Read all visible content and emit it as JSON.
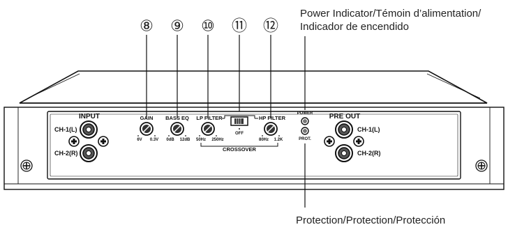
{
  "callouts": {
    "numbers": [
      "⑧",
      "⑨",
      "⑩",
      "⑪",
      "⑫"
    ],
    "power_indicator_line1": "Power Indicator/Témoin d’alimentation/",
    "power_indicator_line2": "Indicador de encendido",
    "protection": "Protection/Protection/Protección"
  },
  "panel": {
    "input": {
      "title": "INPUT",
      "ch1": "CH-1(L)",
      "ch2": "CH-2(R)"
    },
    "gain": {
      "label": "GAIN",
      "min": "6V",
      "max": "0.3V"
    },
    "bass_eq": {
      "label": "BASS EQ",
      "min": "0dB",
      "max": "12dB"
    },
    "lp_filter": {
      "label": "LP FILTER",
      "min": "50Hz",
      "max": "250Hz"
    },
    "switch": {
      "off_label": "OFF"
    },
    "hp_filter": {
      "label": "HP FILTER",
      "min": "80Hz",
      "max": "1.2K"
    },
    "crossover_label": "CROSSOVER",
    "leds": {
      "power": "POWER",
      "prot": "PROT."
    },
    "pre_out": {
      "title": "PRE OUT",
      "ch1": "CH-1(L)",
      "ch2": "CH-2(R)"
    }
  }
}
